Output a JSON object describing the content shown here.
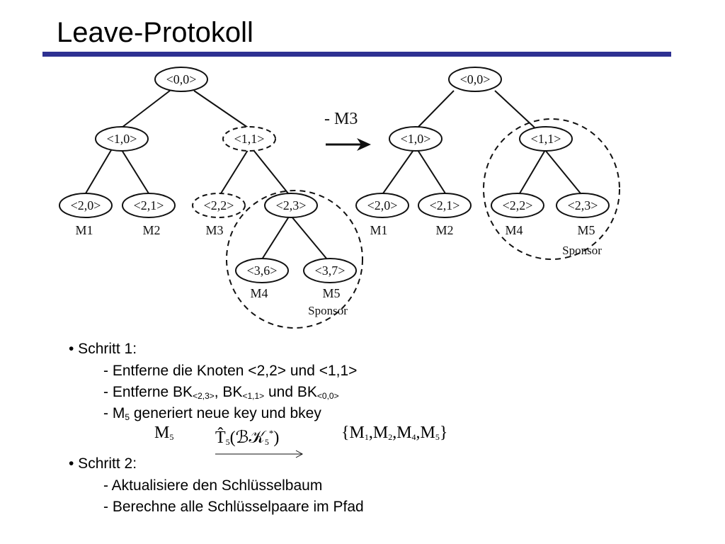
{
  "title": "Leave-Protokoll",
  "colors": {
    "title_rule": "#2e3192",
    "stroke": "#111111"
  },
  "diagram": {
    "left_tree": {
      "nodes": [
        "<0,0>",
        "<1,0>",
        "<1,1>",
        "<2,0>",
        "<2,1>",
        "<2,2>",
        "<2,3>",
        "<3,6>",
        "<3,7>"
      ],
      "dashed_nodes": [
        "<1,1>",
        "<2,2>"
      ],
      "members": [
        "M1",
        "M2",
        "M3",
        "M4",
        "M5"
      ],
      "sponsor": "Sponsor"
    },
    "arrow_label": "- M3",
    "right_tree": {
      "nodes": [
        "<0,0>",
        "<1,0>",
        "<1,1>",
        "<2,0>",
        "<2,1>",
        "<2,2>",
        "<2,3>"
      ],
      "members": [
        "M1",
        "M2",
        "M4",
        "M5"
      ],
      "sponsor": "Sponsor"
    }
  },
  "steps": {
    "step1": {
      "heading": "• Schritt 1:",
      "line1": "- Entferne die Knoten <2,2> und <1,1>",
      "line2": {
        "prefix": "- Entferne BK",
        "sub1": "<2,3>",
        "mid1": ", BK",
        "sub2": "<1,1>",
        "mid2": " und BK",
        "sub3": "<0,0>"
      },
      "line3": {
        "prefix": "- M",
        "sub": "5",
        "rest": " generiert neue key und bkey"
      },
      "formula": {
        "sender": "M",
        "sender_sub": "5",
        "message": "T̂",
        "message_sub": "5",
        "message_arg": "(ℬ𝒦",
        "message_arg_sub": "5",
        "message_arg_sup": "*",
        "message_close": ")",
        "recipients": "{M",
        "r1": "1",
        "r2": "2",
        "r4": "4",
        "r5": "5",
        "recipients_close": "}"
      }
    },
    "step2": {
      "heading": "• Schritt 2:",
      "line1": "- Aktualisiere den Schlüsselbaum",
      "line2": "- Berechne alle Schlüsselpaare im Pfad"
    }
  }
}
